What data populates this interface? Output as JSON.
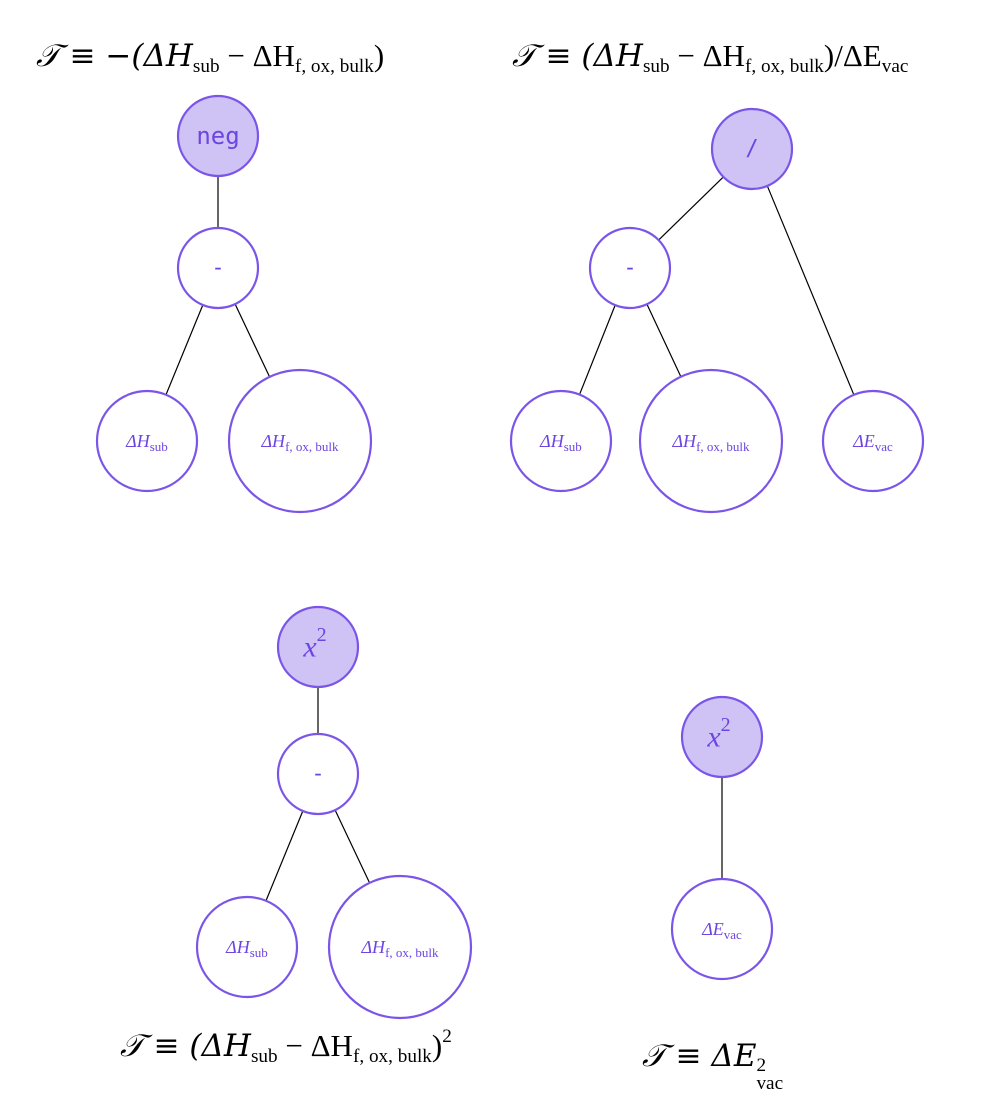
{
  "trees": [
    {
      "formula": {
        "prefix": "𝒯 ≡ −(ΔH",
        "sub1": "sub",
        "mid": " − ΔH",
        "sub2": "f, ox, bulk",
        "suffix": ")"
      },
      "nodes": [
        {
          "id": "neg",
          "label": "neg",
          "kind": "op",
          "filled": true
        },
        {
          "id": "minus",
          "label": "-",
          "kind": "op",
          "filled": false
        },
        {
          "id": "hsub",
          "label": "ΔH",
          "sub": "sub",
          "kind": "var",
          "filled": false
        },
        {
          "id": "hf",
          "label": "ΔH",
          "sub": "f, ox, bulk",
          "kind": "var",
          "filled": false
        }
      ],
      "edges": [
        [
          "neg",
          "minus"
        ],
        [
          "minus",
          "hsub"
        ],
        [
          "minus",
          "hf"
        ]
      ]
    },
    {
      "formula": {
        "prefix": "𝒯 ≡ (ΔH",
        "sub1": "sub",
        "mid": " − ΔH",
        "sub2": "f, ox, bulk",
        "suffix": ")/ΔE",
        "sub3": "vac"
      },
      "nodes": [
        {
          "id": "div",
          "label": "/",
          "kind": "op",
          "filled": true
        },
        {
          "id": "minus",
          "label": "-",
          "kind": "op",
          "filled": false
        },
        {
          "id": "hsub",
          "label": "ΔH",
          "sub": "sub",
          "kind": "var",
          "filled": false
        },
        {
          "id": "hf",
          "label": "ΔH",
          "sub": "f, ox, bulk",
          "kind": "var",
          "filled": false
        },
        {
          "id": "evac",
          "label": "ΔE",
          "sub": "vac",
          "kind": "var",
          "filled": false
        }
      ],
      "edges": [
        [
          "div",
          "minus"
        ],
        [
          "div",
          "evac"
        ],
        [
          "minus",
          "hsub"
        ],
        [
          "minus",
          "hf"
        ]
      ]
    },
    {
      "formula": {
        "prefix": "𝒯 ≡ (ΔH",
        "sub1": "sub",
        "mid": " − ΔH",
        "sub2": "f, ox, bulk",
        "suffix": ")",
        "sup": "2"
      },
      "nodes": [
        {
          "id": "sq",
          "label": "x",
          "sup": "2",
          "kind": "pow",
          "filled": true
        },
        {
          "id": "minus",
          "label": "-",
          "kind": "op",
          "filled": false
        },
        {
          "id": "hsub",
          "label": "ΔH",
          "sub": "sub",
          "kind": "var",
          "filled": false
        },
        {
          "id": "hf",
          "label": "ΔH",
          "sub": "f, ox, bulk",
          "kind": "var",
          "filled": false
        }
      ],
      "edges": [
        [
          "sq",
          "minus"
        ],
        [
          "minus",
          "hsub"
        ],
        [
          "minus",
          "hf"
        ]
      ]
    },
    {
      "formula": {
        "prefix": "𝒯 ≡ ΔE",
        "sup": "2",
        "sub": "vac"
      },
      "nodes": [
        {
          "id": "sq",
          "label": "x",
          "sup": "2",
          "kind": "pow",
          "filled": true
        },
        {
          "id": "evac",
          "label": "ΔE",
          "sub": "vac",
          "kind": "var",
          "filled": false
        }
      ],
      "edges": [
        [
          "sq",
          "evac"
        ]
      ]
    }
  ],
  "colors": {
    "stroke": "#7a55e8",
    "fill": "#cfc3f6",
    "text": "#6d45e0",
    "edge": "#000000"
  }
}
